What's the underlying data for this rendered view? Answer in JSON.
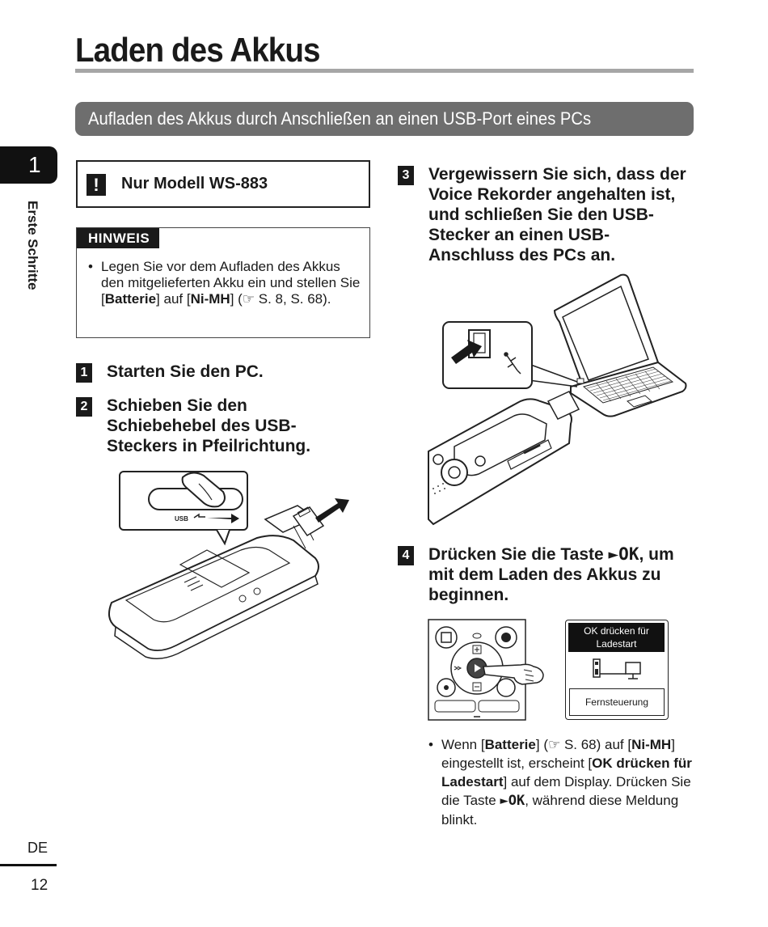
{
  "page": {
    "title": "Laden des Akkus",
    "section": "Aufladen des Akkus durch Anschließen an einen USB-Port eines PCs",
    "chapter_number": "1",
    "chapter_label": "Erste Schritte",
    "language": "DE",
    "page_number": "12"
  },
  "model_box": {
    "icon": "!",
    "text": "Nur Modell WS-883"
  },
  "note": {
    "heading": "HINWEIS",
    "bullet": "•",
    "line1": "Legen Sie vor dem Aufladen des Akkus den mitgelieferten Akku ein und stellen Sie [",
    "bold1": "Batterie",
    "line2": "] auf [",
    "bold2": "Ni-MH",
    "line3": "] (☞ S. 8, S. 68)."
  },
  "steps": [
    {
      "number": "1",
      "text": "Starten Sie den PC."
    },
    {
      "number": "2",
      "text": "Schieben Sie den Schiebehebel des USB-Steckers in Pfeilrichtung."
    },
    {
      "number": "3",
      "text": "Vergewissern Sie sich, dass der Voice Rekorder angehalten ist, und schließen Sie den USB-Stecker an einen USB-Anschluss des PCs an."
    },
    {
      "number": "4",
      "text_before": "Drücken Sie die Taste ",
      "key": "►OK",
      "text_after": ", um mit dem Laden des Akkus zu beginnen."
    }
  ],
  "figures": {
    "usb_label": "USB",
    "display_prompt": "OK drücken für Ladestart",
    "display_option": "Fernsteuerung"
  },
  "bottom_note": {
    "bullet": "•",
    "t1": "Wenn [",
    "b1": "Batterie",
    "t2": "] (☞ S. 68) auf [",
    "b2": "Ni-MH",
    "t3": "] eingestellt ist, erscheint [",
    "b3": "OK drücken für Ladestart",
    "t4": "] auf dem Display. Drücken Sie die Taste ",
    "key": "►OK",
    "t5": ", während diese Meldung blinkt."
  },
  "icons": [
    "warning-icon",
    "usb-plug-icon",
    "usb-symbol-icon",
    "laptop-icon",
    "recorder-icon",
    "hand-pointer-icon",
    "arrow-icon"
  ]
}
